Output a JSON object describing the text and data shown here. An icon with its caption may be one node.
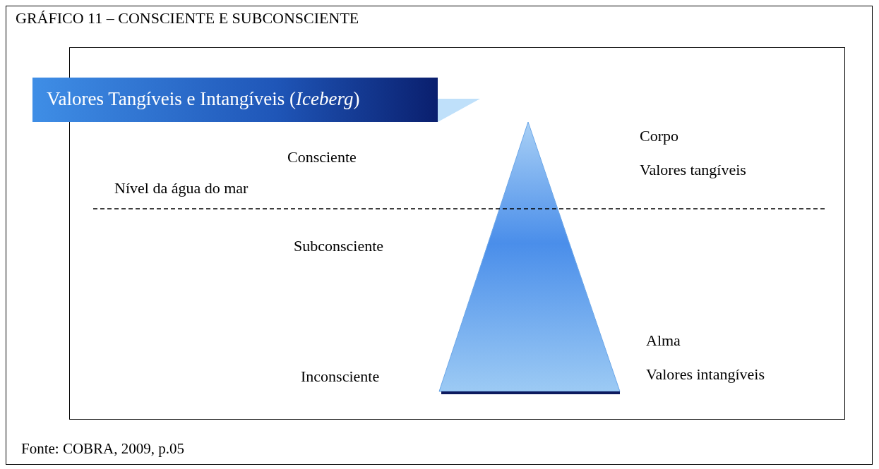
{
  "diagram": {
    "title": "GRÁFICO 11 – CONSCIENTE E SUBCONSCIENTE",
    "caption": "Fonte: COBRA, 2009, p.05",
    "nodes": [
      {
        "text": [
          "Valores Tangíveis e Intangíveis (*Iceberg*)"
        ]
      }
    ],
    "edges": [],
    "labels": [
      "Consciente",
      "Nível da água do mar",
      "Subconsciente",
      "Inconsciente",
      "Corpo",
      "Valores tangíveis",
      "Alma",
      "Valores intangíveis"
    ]
  }
}
